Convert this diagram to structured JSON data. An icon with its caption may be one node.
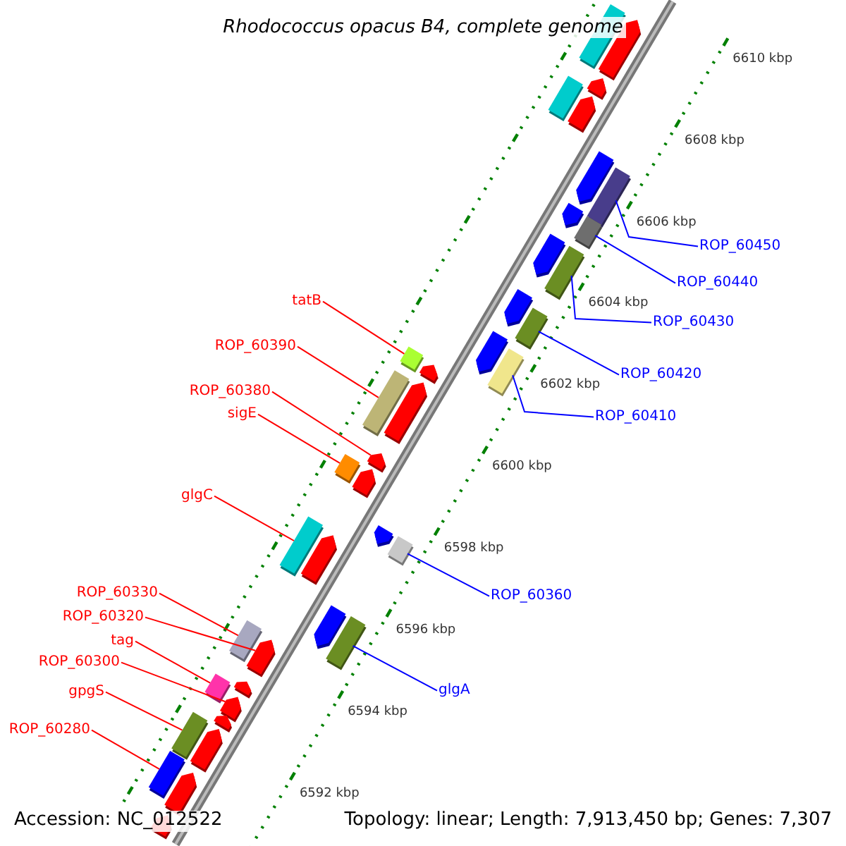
{
  "diagram": {
    "title": "Rhodococcus opacus B4, complete genome",
    "nodes": [
      {
        "text": [
          "ROP_60450"
        ]
      },
      {
        "text": [],
        "shape": "box"
      },
      {
        "text": [
          "ROP_60440"
        ]
      },
      {
        "text": [],
        "shape": "box"
      },
      {
        "text": [
          "tatB"
        ]
      },
      {
        "text": [],
        "shape": "box"
      },
      {
        "text": [
          "ROP_60430"
        ]
      },
      {
        "text": [],
        "shape": "box"
      },
      {
        "text": [
          "ROP_60390"
        ]
      },
      {
        "text": [],
        "shape": "box"
      },
      {
        "text": [
          "ROP_60420"
        ]
      },
      {
        "text": [],
        "shape": "box"
      },
      {
        "text": [
          "ROP_60380"
        ]
      },
      {
        "text": [],
        "shape": "arrow"
      },
      {
        "text": [
          "sigE"
        ]
      },
      {
        "text": [],
        "shape": "box"
      },
      {
        "text": [
          "ROP_60410"
        ]
      },
      {
        "text": [],
        "shape": "box"
      },
      {
        "text": [
          "glgC"
        ]
      },
      {
        "text": [],
        "shape": "box"
      },
      {
        "text": [
          "ROP_60330"
        ]
      },
      {
        "text": [],
        "shape": "box"
      },
      {
        "text": [
          "ROP_60360"
        ]
      },
      {
        "text": [],
        "shape": "box"
      },
      {
        "text": [
          "ROP_60320"
        ]
      },
      {
        "text": [],
        "shape": "arrow"
      },
      {
        "text": [
          "tag"
        ]
      },
      {
        "text": [],
        "shape": "box"
      },
      {
        "text": [
          "ROP_60300"
        ]
      },
      {
        "text": [],
        "shape": "arrow"
      },
      {
        "text": [
          "glgA"
        ]
      },
      {
        "text": [],
        "shape": "box"
      },
      {
        "text": [
          "gpgS"
        ]
      },
      {
        "text": [],
        "shape": "box"
      },
      {
        "text": [
          "ROP_60280"
        ]
      },
      {
        "text": [],
        "shape": "box"
      },
      {
        "text": [],
        "shape": "box"
      },
      {
        "text": [],
        "shape": "arrow"
      },
      {
        "text": [],
        "shape": "arrow"
      },
      {
        "text": [],
        "shape": "box"
      },
      {
        "text": [],
        "shape": "arrow"
      },
      {
        "text": [],
        "shape": "arrow"
      },
      {
        "text": [],
        "shape": "arrow"
      },
      {
        "text": [],
        "shape": "arrow"
      },
      {
        "text": [],
        "shape": "arrow"
      },
      {
        "text": [],
        "shape": "arrow"
      },
      {
        "text": [],
        "shape": "arrow"
      },
      {
        "text": [],
        "shape": "arrow"
      },
      {
        "text": [],
        "shape": "arrow"
      },
      {
        "text": [],
        "shape": "arrow"
      },
      {
        "text": [],
        "shape": "arrow"
      },
      {
        "text": [],
        "shape": "arrow"
      },
      {
        "text": [],
        "shape": "arrow"
      },
      {
        "text": [],
        "shape": "arrow"
      },
      {
        "text": [],
        "shape": "arrow"
      },
      {
        "text": [],
        "shape": "arrow"
      },
      {
        "text": [],
        "shape": "arrow"
      }
    ],
    "edges": [
      {
        "from": 0,
        "to": 1,
        "arrow": "none",
        "color": "#0000ff"
      },
      {
        "from": 2,
        "to": 3,
        "arrow": "none",
        "color": "#0000ff"
      },
      {
        "from": 4,
        "to": 5,
        "arrow": "none"
      },
      {
        "from": 6,
        "to": 7,
        "arrow": "none",
        "color": "#0000ff"
      },
      {
        "from": 8,
        "to": 9,
        "arrow": "none"
      },
      {
        "from": 10,
        "to": 11,
        "arrow": "none",
        "color": "#0000ff"
      },
      {
        "from": 12,
        "to": 13,
        "arrow": "none"
      },
      {
        "from": 14,
        "to": 15,
        "arrow": "none"
      },
      {
        "from": 16,
        "to": 17,
        "arrow": "none",
        "color": "#0000ff"
      },
      {
        "from": 18,
        "to": 19,
        "arrow": "none"
      },
      {
        "from": 20,
        "to": 21,
        "arrow": "none"
      },
      {
        "from": 22,
        "to": 23,
        "arrow": "none",
        "color": "#0000ff"
      },
      {
        "from": 24,
        "to": 25,
        "arrow": "none"
      },
      {
        "from": 26,
        "to": 27,
        "arrow": "none"
      },
      {
        "from": 28,
        "to": 29,
        "arrow": "none"
      },
      {
        "from": 30,
        "to": 31,
        "arrow": "none",
        "color": "#0000ff"
      },
      {
        "from": 32,
        "to": 33,
        "arrow": "none"
      },
      {
        "from": 34,
        "to": 35,
        "arrow": "none"
      }
    ],
    "labels": [
      "6610 kbp",
      "6608 kbp",
      "6606 kbp",
      "6604 kbp",
      "6602 kbp",
      "6600 kbp",
      "6598 kbp",
      "6596 kbp",
      "6594 kbp",
      "6592 kbp",
      "Accession: NC_012522",
      "Topology: linear; Length: 7,913,450 bp; Genes: 7,307"
    ]
  }
}
